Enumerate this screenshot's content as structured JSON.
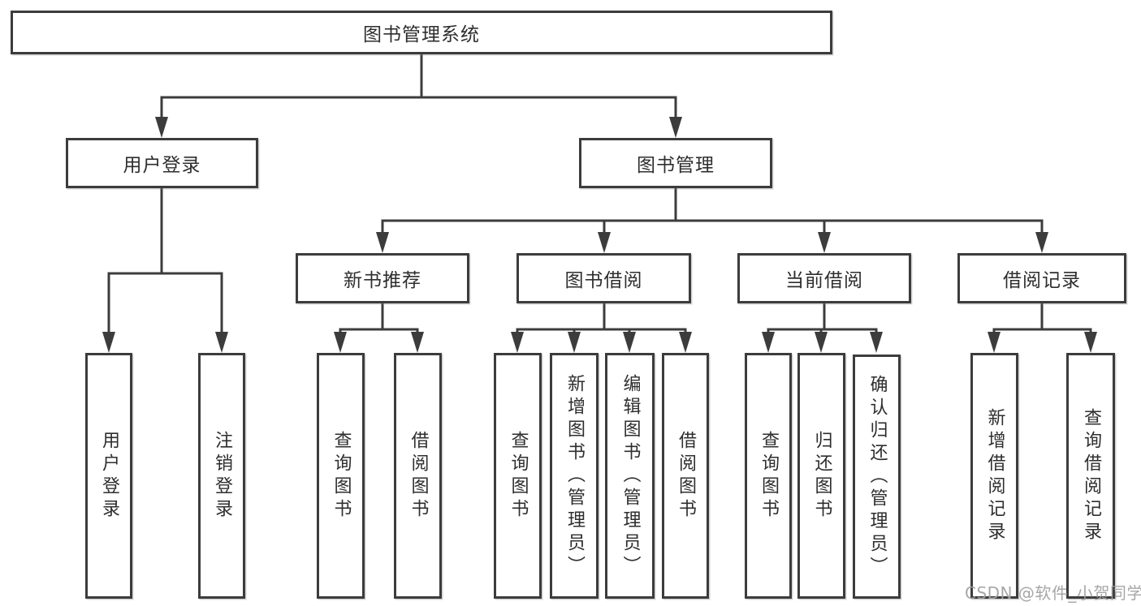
{
  "root": {
    "label": "图书管理系统"
  },
  "branches": {
    "userLogin": {
      "label": "用户登录",
      "leaves": [
        "用户登录",
        "注销登录"
      ]
    },
    "bookManagement": {
      "label": "图书管理",
      "sections": [
        {
          "label": "新书推荐",
          "leaves": [
            "查询图书",
            "借阅图书"
          ]
        },
        {
          "label": "图书借阅",
          "leaves": [
            "查询图书",
            "新增图书（管理员）",
            "编辑图书（管理员）",
            "借阅图书"
          ]
        },
        {
          "label": "当前借阅",
          "leaves": [
            "查询图书",
            "归还图书",
            "确认归还（管理员）"
          ]
        },
        {
          "label": "借阅记录",
          "leaves": [
            "新增借阅记录",
            "查询借阅记录"
          ]
        }
      ]
    }
  },
  "watermark": {
    "text": "CSDN @软件_小贺同学"
  },
  "colors": {
    "line": "#3c3c3c",
    "text": "#2e2e2e",
    "watermark": "#a0a0a0",
    "background": "#ffffff"
  }
}
